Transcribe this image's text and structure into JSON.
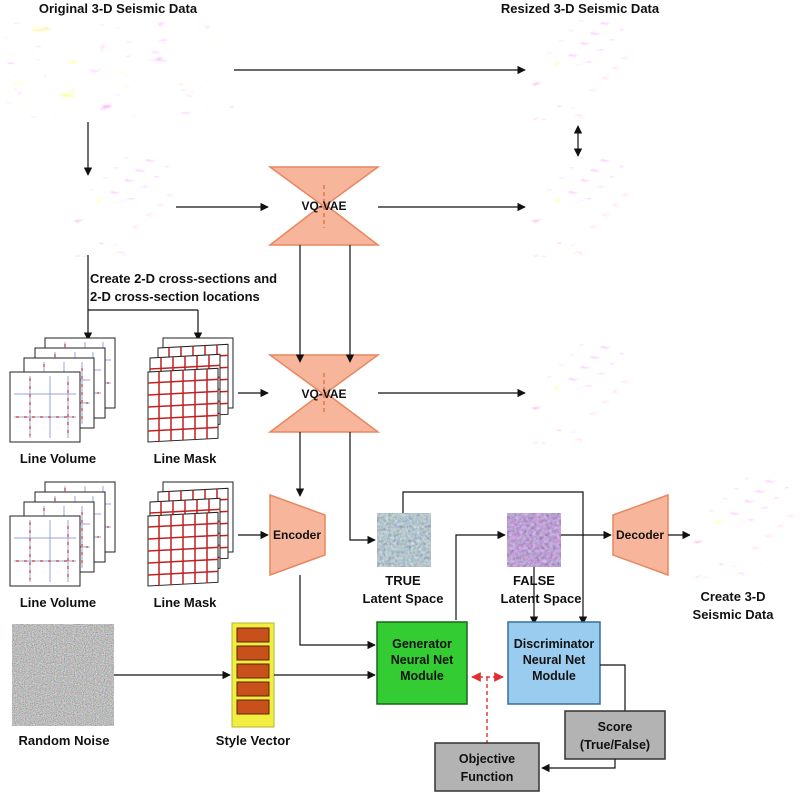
{
  "labels": {
    "original_3d": "Original 3-D Seismic Data",
    "resized_3d": "Resized 3-D Seismic Data",
    "cross_sections_line1": "Create 2-D cross-sections and",
    "cross_sections_line2": "2-D cross-section locations",
    "line_volume_1": "Line Volume",
    "line_mask_1": "Line Mask",
    "line_volume_2": "Line Volume",
    "line_mask_2": "Line Mask",
    "true_latent_1": "TRUE",
    "true_latent_2": "Latent Space",
    "false_latent_1": "FALSE",
    "false_latent_2": "Latent Space",
    "create_3d_1": "Create 3-D",
    "create_3d_2": "Seismic Data",
    "random_noise": "Random Noise",
    "style_vector": "Style Vector"
  },
  "blocks": {
    "vqvae_top": "VQ-VAE",
    "vqvae_mid": "VQ-VAE",
    "encoder": "Encoder",
    "decoder": "Decoder",
    "generator_1": "Generator",
    "generator_2": "Neural Net",
    "generator_3": "Module",
    "discriminator_1": "Discriminator",
    "discriminator_2": "Neural Net",
    "discriminator_3": "Module",
    "score_1": "Score",
    "score_2": "(True/False)",
    "objective_1": "Objective",
    "objective_2": "Function"
  },
  "colors": {
    "vae_fill": "#f7b59c",
    "vae_stroke": "#e8875f",
    "generator_fill": "#33cc33",
    "discriminator_fill": "#99ccee",
    "gray_box": "#b3b3b3",
    "dashed_red": "#e23030",
    "seismic_red": "#d62020",
    "seismic_blue": "#2040c0",
    "style_cell": "#c8501a",
    "style_frame": "#f2ee40"
  }
}
